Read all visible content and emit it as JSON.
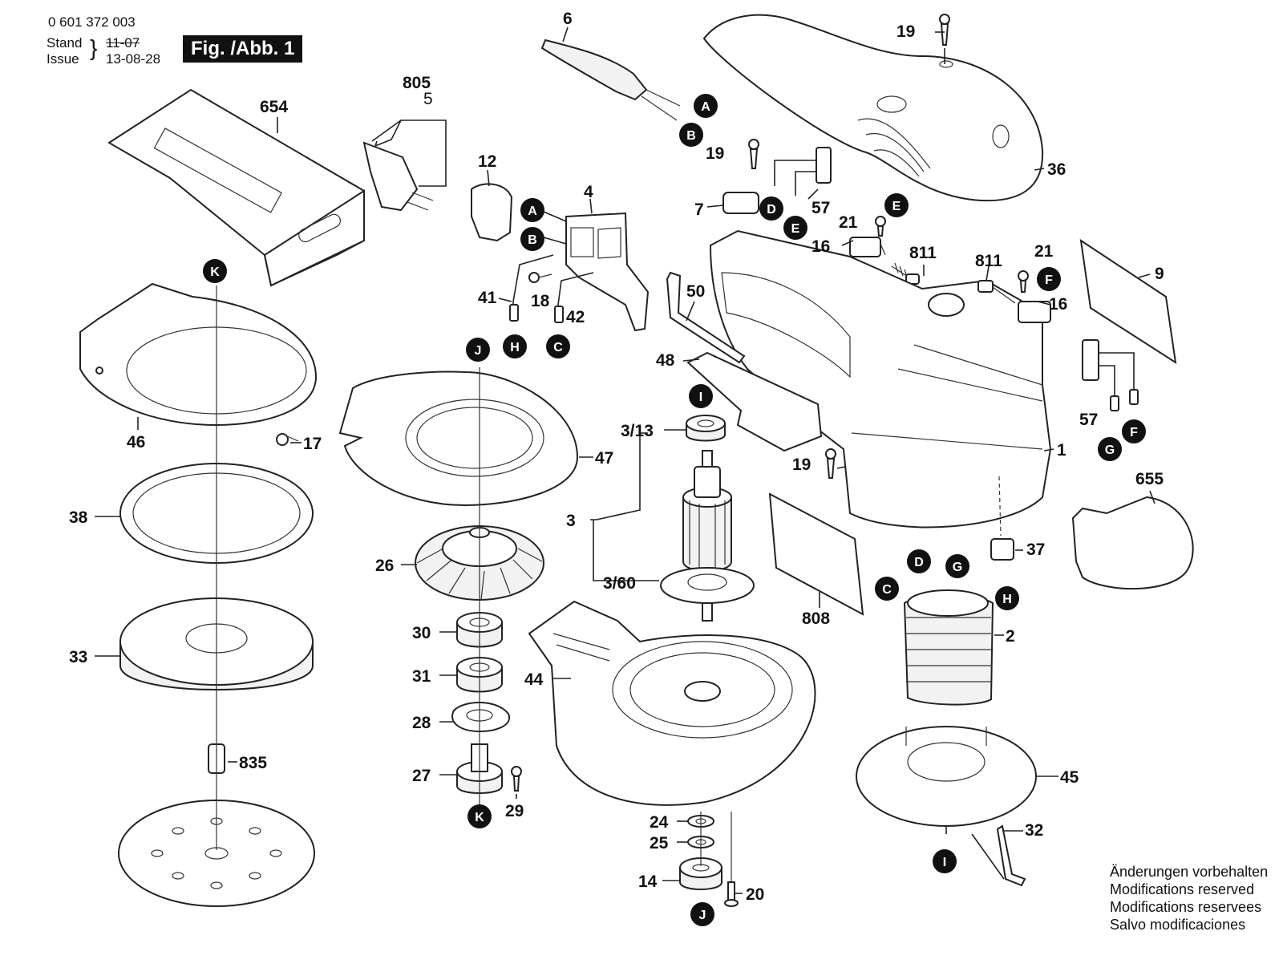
{
  "header": {
    "doc_number": "0 601 372 003",
    "stand_label": "Stand",
    "issue_label": "Issue",
    "stand_value": "11-07",
    "issue_value": "13-08-28",
    "figure_label": "Fig. /Abb. 1"
  },
  "modifications_note": [
    "Änderungen vorbehalten",
    "Modifications reserved",
    "Modifications reservees",
    "Salvo modificaciones"
  ],
  "part_numbers": [
    "1",
    "2",
    "3",
    "3/13",
    "3/60",
    "4",
    "5",
    "6",
    "7",
    "9",
    "12",
    "14",
    "16",
    "17",
    "18",
    "19",
    "20",
    "21",
    "24",
    "25",
    "26",
    "27",
    "28",
    "29",
    "30",
    "31",
    "32",
    "33",
    "36",
    "37",
    "38",
    "41",
    "42",
    "44",
    "45",
    "46",
    "47",
    "48",
    "50",
    "57",
    "654",
    "655",
    "805",
    "808",
    "811",
    "835"
  ],
  "connection_markers": [
    "A",
    "B",
    "C",
    "D",
    "E",
    "F",
    "G",
    "H",
    "I",
    "J",
    "K"
  ],
  "labels": [
    {
      "id": "l-654",
      "text": "654"
    },
    {
      "id": "l-805",
      "text": "805"
    },
    {
      "id": "l-5",
      "text": "5"
    },
    {
      "id": "l-6",
      "text": "6"
    },
    {
      "id": "l-12",
      "text": "12"
    },
    {
      "id": "l-4",
      "text": "4"
    },
    {
      "id": "l-41",
      "text": "41"
    },
    {
      "id": "l-18",
      "text": "18"
    },
    {
      "id": "l-42",
      "text": "42"
    },
    {
      "id": "l-19a",
      "text": "19"
    },
    {
      "id": "l-19b",
      "text": "19"
    },
    {
      "id": "l-19c",
      "text": "19"
    },
    {
      "id": "l-36",
      "text": "36"
    },
    {
      "id": "l-7",
      "text": "7"
    },
    {
      "id": "l-57a",
      "text": "57"
    },
    {
      "id": "l-57b",
      "text": "57"
    },
    {
      "id": "l-21a",
      "text": "21"
    },
    {
      "id": "l-21b",
      "text": "21"
    },
    {
      "id": "l-16a",
      "text": "16"
    },
    {
      "id": "l-16b",
      "text": "16"
    },
    {
      "id": "l-811a",
      "text": "811"
    },
    {
      "id": "l-811b",
      "text": "811"
    },
    {
      "id": "l-9",
      "text": "9"
    },
    {
      "id": "l-50",
      "text": "50"
    },
    {
      "id": "l-48",
      "text": "48"
    },
    {
      "id": "l-1",
      "text": "1"
    },
    {
      "id": "l-655",
      "text": "655"
    },
    {
      "id": "l-37",
      "text": "37"
    },
    {
      "id": "l-2",
      "text": "2"
    },
    {
      "id": "l-808",
      "text": "808"
    },
    {
      "id": "l-45",
      "text": "45"
    },
    {
      "id": "l-32",
      "text": "32"
    },
    {
      "id": "l-46",
      "text": "46"
    },
    {
      "id": "l-17",
      "text": "17"
    },
    {
      "id": "l-38",
      "text": "38"
    },
    {
      "id": "l-33",
      "text": "33"
    },
    {
      "id": "l-835",
      "text": "835"
    },
    {
      "id": "l-47",
      "text": "47"
    },
    {
      "id": "l-26",
      "text": "26"
    },
    {
      "id": "l-30",
      "text": "30"
    },
    {
      "id": "l-31",
      "text": "31"
    },
    {
      "id": "l-28",
      "text": "28"
    },
    {
      "id": "l-27",
      "text": "27"
    },
    {
      "id": "l-29",
      "text": "29"
    },
    {
      "id": "l-3-13",
      "text": "3/13"
    },
    {
      "id": "l-3",
      "text": "3"
    },
    {
      "id": "l-3-60",
      "text": "3/60"
    },
    {
      "id": "l-44",
      "text": "44"
    },
    {
      "id": "l-24",
      "text": "24"
    },
    {
      "id": "l-25",
      "text": "25"
    },
    {
      "id": "l-14",
      "text": "14"
    },
    {
      "id": "l-20",
      "text": "20"
    }
  ],
  "markers": [
    {
      "id": "m-A1",
      "text": "A"
    },
    {
      "id": "m-B1",
      "text": "B"
    },
    {
      "id": "m-A2",
      "text": "A"
    },
    {
      "id": "m-B2",
      "text": "B"
    },
    {
      "id": "m-H1",
      "text": "H"
    },
    {
      "id": "m-C1",
      "text": "C"
    },
    {
      "id": "m-D1",
      "text": "D"
    },
    {
      "id": "m-E1",
      "text": "E"
    },
    {
      "id": "m-E2",
      "text": "E"
    },
    {
      "id": "m-F1",
      "text": "F"
    },
    {
      "id": "m-G1",
      "text": "G"
    },
    {
      "id": "m-F2",
      "text": "F"
    },
    {
      "id": "m-K1",
      "text": "K"
    },
    {
      "id": "m-J1",
      "text": "J"
    },
    {
      "id": "m-I1",
      "text": "I"
    },
    {
      "id": "m-D2",
      "text": "D"
    },
    {
      "id": "m-G2",
      "text": "G"
    },
    {
      "id": "m-C2",
      "text": "C"
    },
    {
      "id": "m-H2",
      "text": "H"
    },
    {
      "id": "m-K2",
      "text": "K"
    },
    {
      "id": "m-I2",
      "text": "I"
    },
    {
      "id": "m-J2",
      "text": "J"
    }
  ]
}
